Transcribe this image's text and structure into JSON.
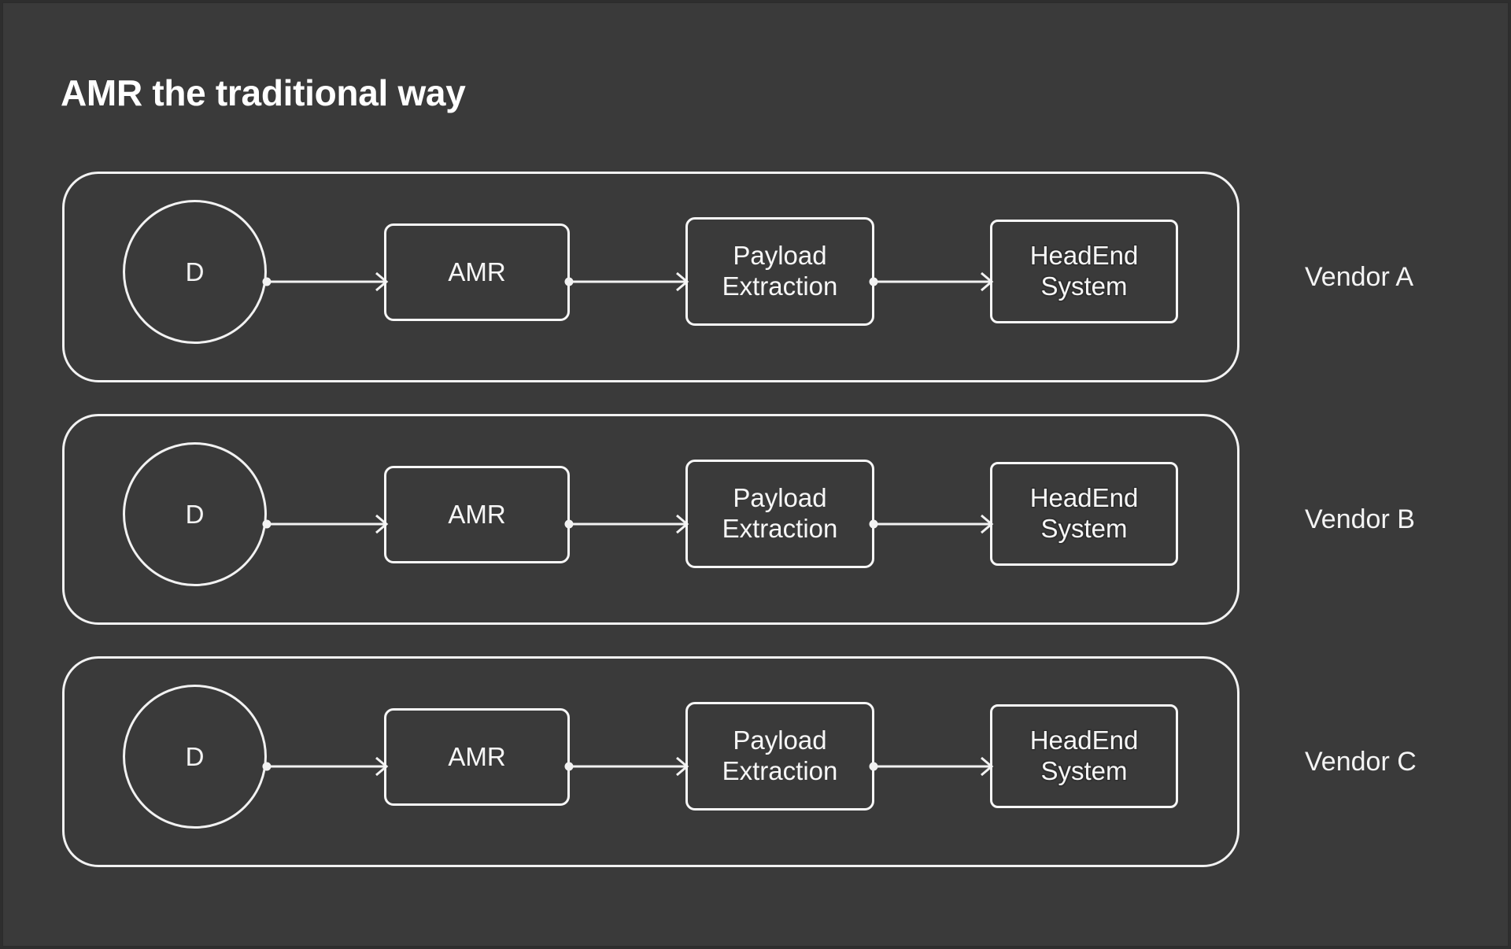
{
  "slide": {
    "title": "AMR the traditional way",
    "background_color": "#3a3a3a",
    "stroke_color": "#f2f2f2",
    "text_color": "#f4f4f4"
  },
  "rows": [
    {
      "vendor_label": "Vendor A",
      "nodes": {
        "device": "D",
        "amr": "AMR",
        "payload_line1": "Payload",
        "payload_line2": "Extraction",
        "headend_line1": "HeadEnd",
        "headend_line2": "System"
      }
    },
    {
      "vendor_label": "Vendor B",
      "nodes": {
        "device": "D",
        "amr": "AMR",
        "payload_line1": "Payload",
        "payload_line2": "Extraction",
        "headend_line1": "HeadEnd",
        "headend_line2": "System"
      }
    },
    {
      "vendor_label": "Vendor C",
      "nodes": {
        "device": "D",
        "amr": "AMR",
        "payload_line1": "Payload",
        "payload_line2": "Extraction",
        "headend_line1": "HeadEnd",
        "headend_line2": "System"
      }
    }
  ]
}
